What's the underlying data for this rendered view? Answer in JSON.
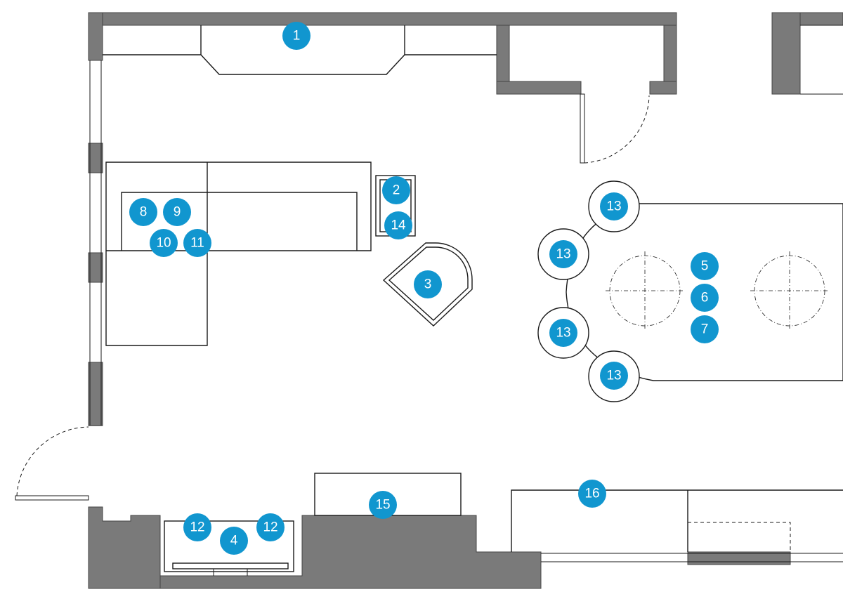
{
  "markers": [
    {
      "id": "m1",
      "label": "1"
    },
    {
      "id": "m2",
      "label": "2"
    },
    {
      "id": "m3",
      "label": "3"
    },
    {
      "id": "m4",
      "label": "4"
    },
    {
      "id": "m5",
      "label": "5"
    },
    {
      "id": "m6",
      "label": "6"
    },
    {
      "id": "m7",
      "label": "7"
    },
    {
      "id": "m8",
      "label": "8"
    },
    {
      "id": "m9",
      "label": "9"
    },
    {
      "id": "m10",
      "label": "10"
    },
    {
      "id": "m11",
      "label": "11"
    },
    {
      "id": "m12a",
      "label": "12"
    },
    {
      "id": "m12b",
      "label": "12"
    },
    {
      "id": "m13a",
      "label": "13"
    },
    {
      "id": "m13b",
      "label": "13"
    },
    {
      "id": "m13c",
      "label": "13"
    },
    {
      "id": "m13d",
      "label": "13"
    },
    {
      "id": "m14",
      "label": "14"
    },
    {
      "id": "m15",
      "label": "15"
    },
    {
      "id": "m16",
      "label": "16"
    }
  ],
  "colors": {
    "marker": "#1196cf",
    "wall": "#7a7a7a"
  }
}
